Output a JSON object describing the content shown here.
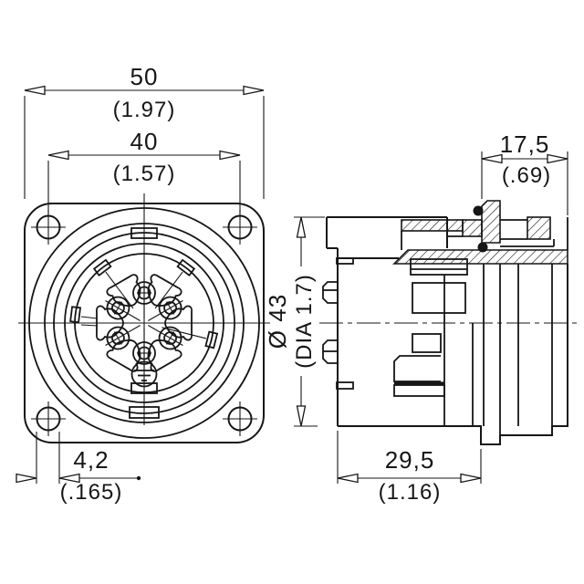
{
  "drawing": {
    "type": "connector-engineering-drawing",
    "views": {
      "front_view": "panel receptacle front face, square flange, 6 contacts plus ground",
      "side_view": "panel receptacle side cross-section"
    },
    "dimensions": {
      "flange_width": {
        "mm": "50",
        "inch": "(1.97)"
      },
      "mounting_hole_spacing": {
        "mm": "40",
        "inch": "(1.57)"
      },
      "rear_section_length": {
        "mm": "17,5",
        "inch": "(.69)"
      },
      "body_diameter": {
        "mm": "Ø 43",
        "inch": "(DIA 1.7)"
      },
      "mounting_hole_diameter": {
        "mm": "4,2",
        "inch": "(.165)"
      },
      "front_section_length": {
        "mm": "29,5",
        "inch": "(1.16)"
      }
    },
    "colors": {
      "line": "#161616",
      "background": "#ffffff"
    }
  }
}
